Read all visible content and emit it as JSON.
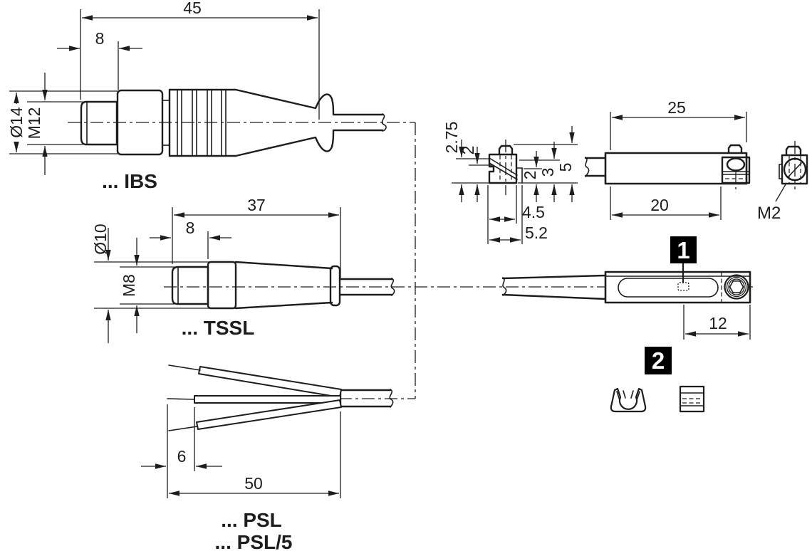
{
  "drawing": {
    "connectors": {
      "ibs": {
        "label": "... IBS",
        "dim_overall": "45",
        "dim_thread_length": "8",
        "dim_diameter": "Ø14",
        "dim_thread": "M12"
      },
      "tssl": {
        "label": "... TSSL",
        "dim_overall": "37",
        "dim_thread_length": "8",
        "dim_diameter": "Ø10",
        "dim_thread": "M8"
      },
      "psl": {
        "label": "... PSL",
        "label_alt": "... PSL/5",
        "dim_strip_length": "6",
        "dim_total_length": "50"
      }
    },
    "sensor": {
      "end_view": {
        "dim_a": "2.75",
        "dim_b": "2",
        "dim_c": "2",
        "dim_d": "3",
        "dim_e": "5",
        "dim_width": "4.5",
        "dim_width_total": "5.2"
      },
      "side_view": {
        "dim_overall": "25",
        "dim_body": "20",
        "screw_thread": "M2"
      },
      "top_view": {
        "badge": "1",
        "dim_sensing": "12"
      }
    },
    "accessories": {
      "badge": "2"
    }
  },
  "colors": {
    "line": "#1d1d1b",
    "background": "#ffffff",
    "badge_bg": "#000000",
    "badge_fg": "#ffffff"
  }
}
